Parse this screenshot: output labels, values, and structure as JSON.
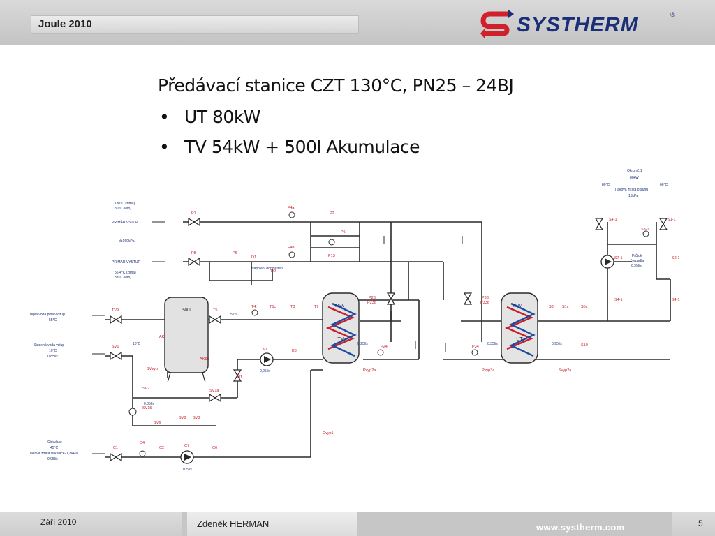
{
  "header": {
    "title": "Joule 2010"
  },
  "logo": {
    "brand": "SYSTHERM",
    "registered": "®",
    "colors": {
      "red": "#d0202a",
      "blue": "#1b2f78"
    }
  },
  "slide": {
    "title": "Předávací stanice CZT 130°C, PN25 – 24BJ",
    "bullets": [
      "UT 80kW",
      "TV 54kW + 500l Akumulace"
    ]
  },
  "diagram": {
    "left_notes": {
      "primary_temp1": "130°C (zima)",
      "primary_temp2": "80°C (léto)",
      "primary_in": "PRIMÁR VSTUP",
      "dp": "dp160kPa",
      "primary_out": "PRIMÁR VÝSTUP",
      "return_temp1": "55,4°C (zima)",
      "return_temp2": "33°C (léto)",
      "hot_water_out": "Teplá voda plná výstup",
      "hot_water_temp": "55°C",
      "cold_in": "Studená voda vstup",
      "cold_temp": "10°C",
      "cold_flow": "0,85l/s",
      "circ": "Cirkulace",
      "circ_temp": "45°C",
      "circ_loss": "Tlaková ztráta cirkulace21,8kPa",
      "circ_flow": "0,05l/s"
    },
    "circuit_notes": {
      "name": "Okruh č.1",
      "power": "80kW",
      "t1": "80°C",
      "t2": "60°C",
      "loss": "Tlaková ztráta okruhu",
      "loss_val": "15kPa",
      "flow": "Průtok",
      "pump": "čerpadla",
      "flow_val": "0,95l/s"
    },
    "labels": {
      "P1": "P1",
      "F4a": "F4a",
      "P2": "P2",
      "P5": "P5",
      "P8": "P8",
      "P6": "P6",
      "D1": "D1",
      "D2": "D2",
      "F4b": "F4b",
      "P13": "P13",
      "drain": "Napojení dopouštění",
      "TV9": "TV9",
      "T5": "T5",
      "T4": "T4",
      "T5c": "T5c",
      "T3": "T3",
      "T9": "T9",
      "P23": "P23",
      "P23d": "P23d",
      "P33": "P33",
      "P33d": "P33d",
      "SV1": "SV1",
      "AK": "AK",
      "AK5b": "AK5b",
      "SVvyp": "SVvyp",
      "SV2": "SV2",
      "SV15": "SV15",
      "SV6": "SV6",
      "SV8": "SV8",
      "SV3": "SV3",
      "K7": "K7",
      "K8": "K8",
      "N1": "N1",
      "SV1a": "SV1a",
      "TV": "TV",
      "UT": "UT",
      "P24": "P24",
      "P34": "P34",
      "Pvyp2a": "Pvyp2a",
      "Pvyp3a": "Pvyp3a",
      "Svyp2a": "Svyp2a",
      "S3": "S3",
      "S1c": "S1c",
      "S5c": "S5c",
      "S10": "S10",
      "S4-1": "S4-1",
      "S1-1": "S1-1",
      "S3-1": "S3-1",
      "S7-1": "S7-1",
      "S2-1": "S2-1",
      "S4-1b": "S4-1",
      "S4-1c": "S4-1",
      "C1": "C1",
      "C4": "C4",
      "C2": "C2",
      "C7": "C7",
      "C6": "C6",
      "Cvyp1": "Cvyp1",
      "kw54": "54kW",
      "kw80": "80kW",
      "t52": "52°C",
      "t10": "10°C",
      "flow_tv": "0,25l/s",
      "flow_ut": "0,95l/s",
      "flow_ut2": "0,35l/s",
      "flow_k7": "0,25l/s",
      "flow_sv": "0,85l/s",
      "flow_c7": "0,05l/s",
      "ak_vol": "500l"
    }
  },
  "footer": {
    "date": "Září 2010",
    "author": "Zdeněk HERMAN",
    "url": "www.systherm.com",
    "page": "5"
  }
}
